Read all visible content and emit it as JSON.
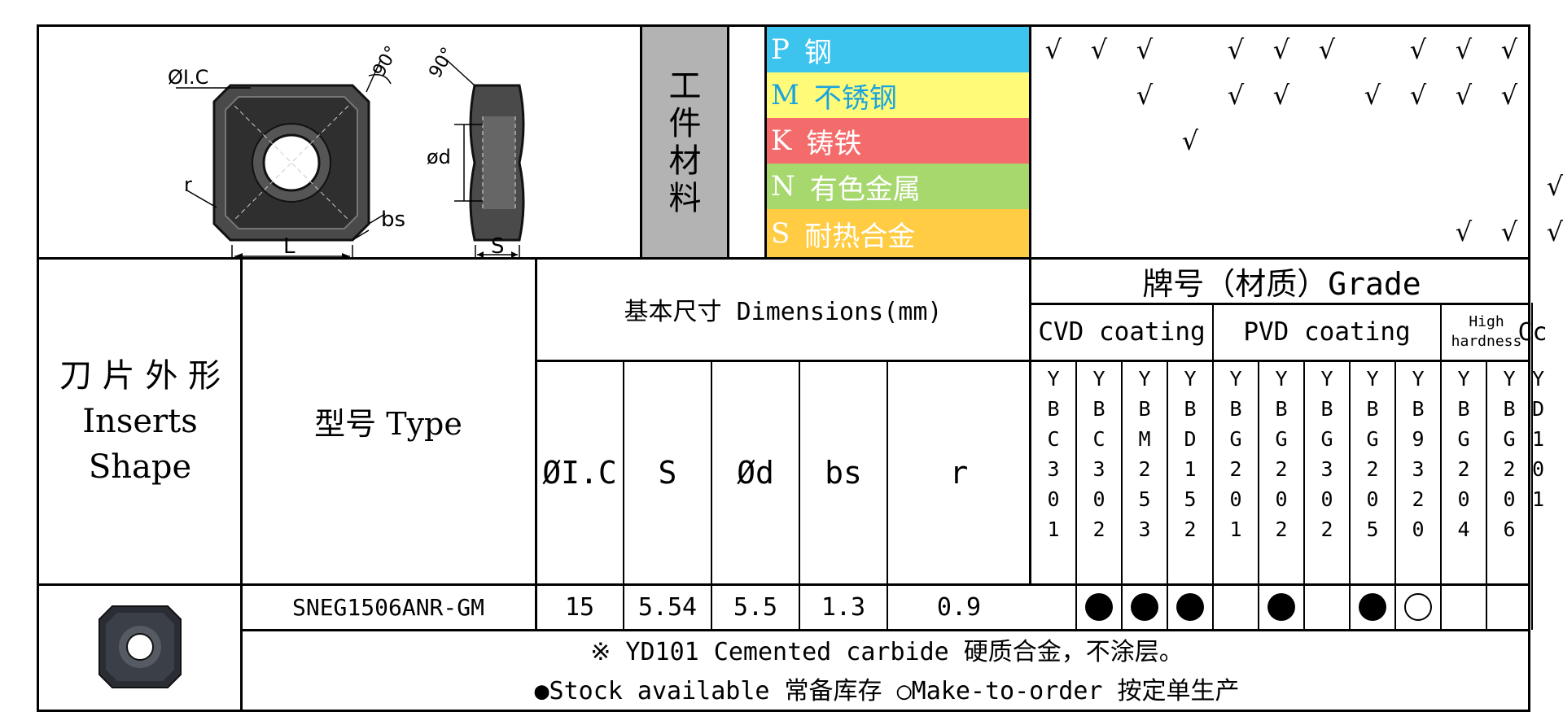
{
  "drawing": {
    "dia_label": "ØI.C",
    "angle1": "90°",
    "angle2": "90°",
    "r_label": "r",
    "l_label": "L",
    "bs_label": "bs",
    "od_label": "ød",
    "s_label": "S"
  },
  "workpiece": {
    "title_chars": [
      "工",
      "件",
      "材",
      "料"
    ],
    "materials": [
      {
        "code": "P",
        "name": "钢",
        "color": "#3cc4ee",
        "text_color": "#ffffff"
      },
      {
        "code": "M",
        "name": "不锈钢",
        "color": "#fffb78",
        "text_color": "#1aa3e0"
      },
      {
        "code": "K",
        "name": "铸铁",
        "color": "#f46b6b",
        "text_color": "#ffffff"
      },
      {
        "code": "N",
        "name": "有色金属",
        "color": "#a6d86e",
        "text_color": "#ffffff"
      },
      {
        "code": "S",
        "name": "耐热合金",
        "color": "#ffcc44",
        "text_color": "#ffffff"
      }
    ],
    "check_mark": "√"
  },
  "headers": {
    "shape": [
      "刀 片 外 形",
      "Inserts",
      "Shape"
    ],
    "type": "型号 Type",
    "dimensions": "基本尺寸 Dimensions(mm)",
    "grade": "牌号（材质）Grade",
    "cvd": "CVD coating",
    "pvd": "PVD coating",
    "high": "High",
    "hardness": "hardness",
    "cc": "Cc"
  },
  "dim_cols": [
    "ØI.C",
    "S",
    "Ød",
    "bs",
    "r"
  ],
  "grades": [
    {
      "name": "YBC301",
      "checks": [
        "P"
      ]
    },
    {
      "name": "YBC302",
      "checks": [
        "P"
      ]
    },
    {
      "name": "YBM253",
      "checks": [
        "P",
        "M"
      ]
    },
    {
      "name": "YBD152",
      "checks": [
        "K"
      ]
    },
    {
      "name": "YBG201",
      "checks": [
        "P",
        "M"
      ]
    },
    {
      "name": "YBG202",
      "checks": [
        "P",
        "M"
      ]
    },
    {
      "name": "YBG302",
      "checks": [
        "P"
      ]
    },
    {
      "name": "YBG205",
      "checks": [
        "M"
      ]
    },
    {
      "name": "YB9320",
      "checks": [
        "P",
        "M"
      ]
    },
    {
      "name": "YBG204",
      "checks": [
        "P",
        "M",
        "S"
      ]
    },
    {
      "name": "YBG206",
      "checks": [
        "P",
        "M",
        "S"
      ]
    },
    {
      "name": "YD101",
      "checks": [
        "N",
        "S"
      ]
    }
  ],
  "row": {
    "type": "SNEG1506ANR-GM",
    "dims": [
      "15",
      "5.54",
      "5.5",
      "1.3",
      "0.9"
    ],
    "stock": [
      "",
      "dot",
      "dot",
      "dot",
      "",
      "dot",
      "",
      "dot",
      "ring",
      "",
      "",
      ""
    ]
  },
  "notes": {
    "line1": "※ YD101 Cemented carbide 硬质合金，不涂层。",
    "line2": "●Stock available 常备库存 ○Make-to-order 按定单生产"
  }
}
